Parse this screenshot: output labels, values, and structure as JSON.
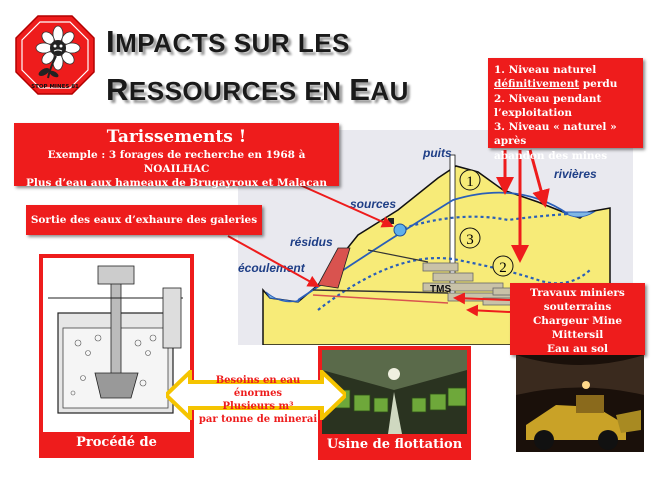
{
  "logo": {
    "caption": "STOP MINES 81"
  },
  "title": {
    "line1_cap": "I",
    "line1_rest": "MPACTS SUR LES",
    "line2_cap1": "R",
    "line2_rest1": "ESSOURCES EN ",
    "line2_cap2": "E",
    "line2_rest2": "AU"
  },
  "tarissements": {
    "title": "Tarissements !",
    "line1": "Exemple : 3 forages de recherche en 1968 à NOAILHAC",
    "line2": "Plus d’eau aux hameaux de Brugayroux et Malacan"
  },
  "sortie": {
    "text": "Sortie des eaux d’exhaure des galeries"
  },
  "niveaux": {
    "line1a": "1. Niveau naturel",
    "line1b_u": "définitivement",
    "line1b_rest": " perdu",
    "line2a": "2. Niveau pendant",
    "line2b": "l’exploitation",
    "line3a": "3. Niveau « naturel » après",
    "line3b": "abandon des mines"
  },
  "diagram_labels": {
    "puits": "puits",
    "sources": "sources",
    "rivieres": "rivières",
    "residus": "résidus",
    "ecoulement": "écoulement",
    "tms": "TMS",
    "n1": "1",
    "n2": "2",
    "n3": "3"
  },
  "travaux": {
    "line1": "Travaux miniers",
    "line2": "souterrains",
    "line3": "Chargeur Mine",
    "line4": "Mittersil",
    "line5": "Eau au sol"
  },
  "besoins": {
    "line1": "Besoins en eau énormes",
    "line2": "Plusieurs m³",
    "line3": "par tonne de minerai"
  },
  "procede": {
    "label": "Procédé de flottation"
  },
  "usine": {
    "label": "Usine de flottation"
  },
  "colors": {
    "red": "#ee1c1c",
    "ground": "#f7eb78",
    "water": "#2a5fb8",
    "diagram_bg": "#e9e9ef"
  }
}
